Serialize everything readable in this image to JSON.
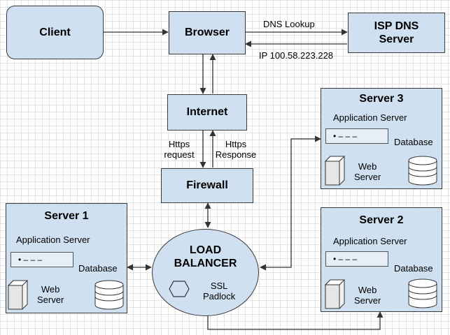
{
  "nodes": {
    "client": "Client",
    "browser": "Browser",
    "isp_dns": "ISP DNS\nServer",
    "internet": "Internet",
    "firewall": "Firewall",
    "load_balancer": "LOAD\nBALANCER",
    "ssl_padlock": "SSL\nPadlock"
  },
  "edge_labels": {
    "dns_lookup": "DNS Lookup",
    "ip": "IP 100.58.223.228",
    "https_request": "Https\nrequest",
    "https_response": "Https\nResponse"
  },
  "servers": [
    {
      "title": "Server 1",
      "app": "Application Server",
      "db": "Database",
      "web": "Web\nServer",
      "bar": "•  – – –"
    },
    {
      "title": "Server 2",
      "app": "Application Server",
      "db": "Database",
      "web": "Web\nServer",
      "bar": "•  – – –"
    },
    {
      "title": "Server 3",
      "app": "Application Server",
      "db": "Database",
      "web": "Web\nServer",
      "bar": "•  – – –"
    }
  ],
  "colors": {
    "box_fill": "#cfe0f1",
    "stroke": "#333333",
    "grid": "#e4e4e4",
    "bar_fill": "#e6eef7"
  },
  "icons": [
    "server-tower-icon",
    "database-cylinder-icon",
    "hexagon-icon"
  ]
}
